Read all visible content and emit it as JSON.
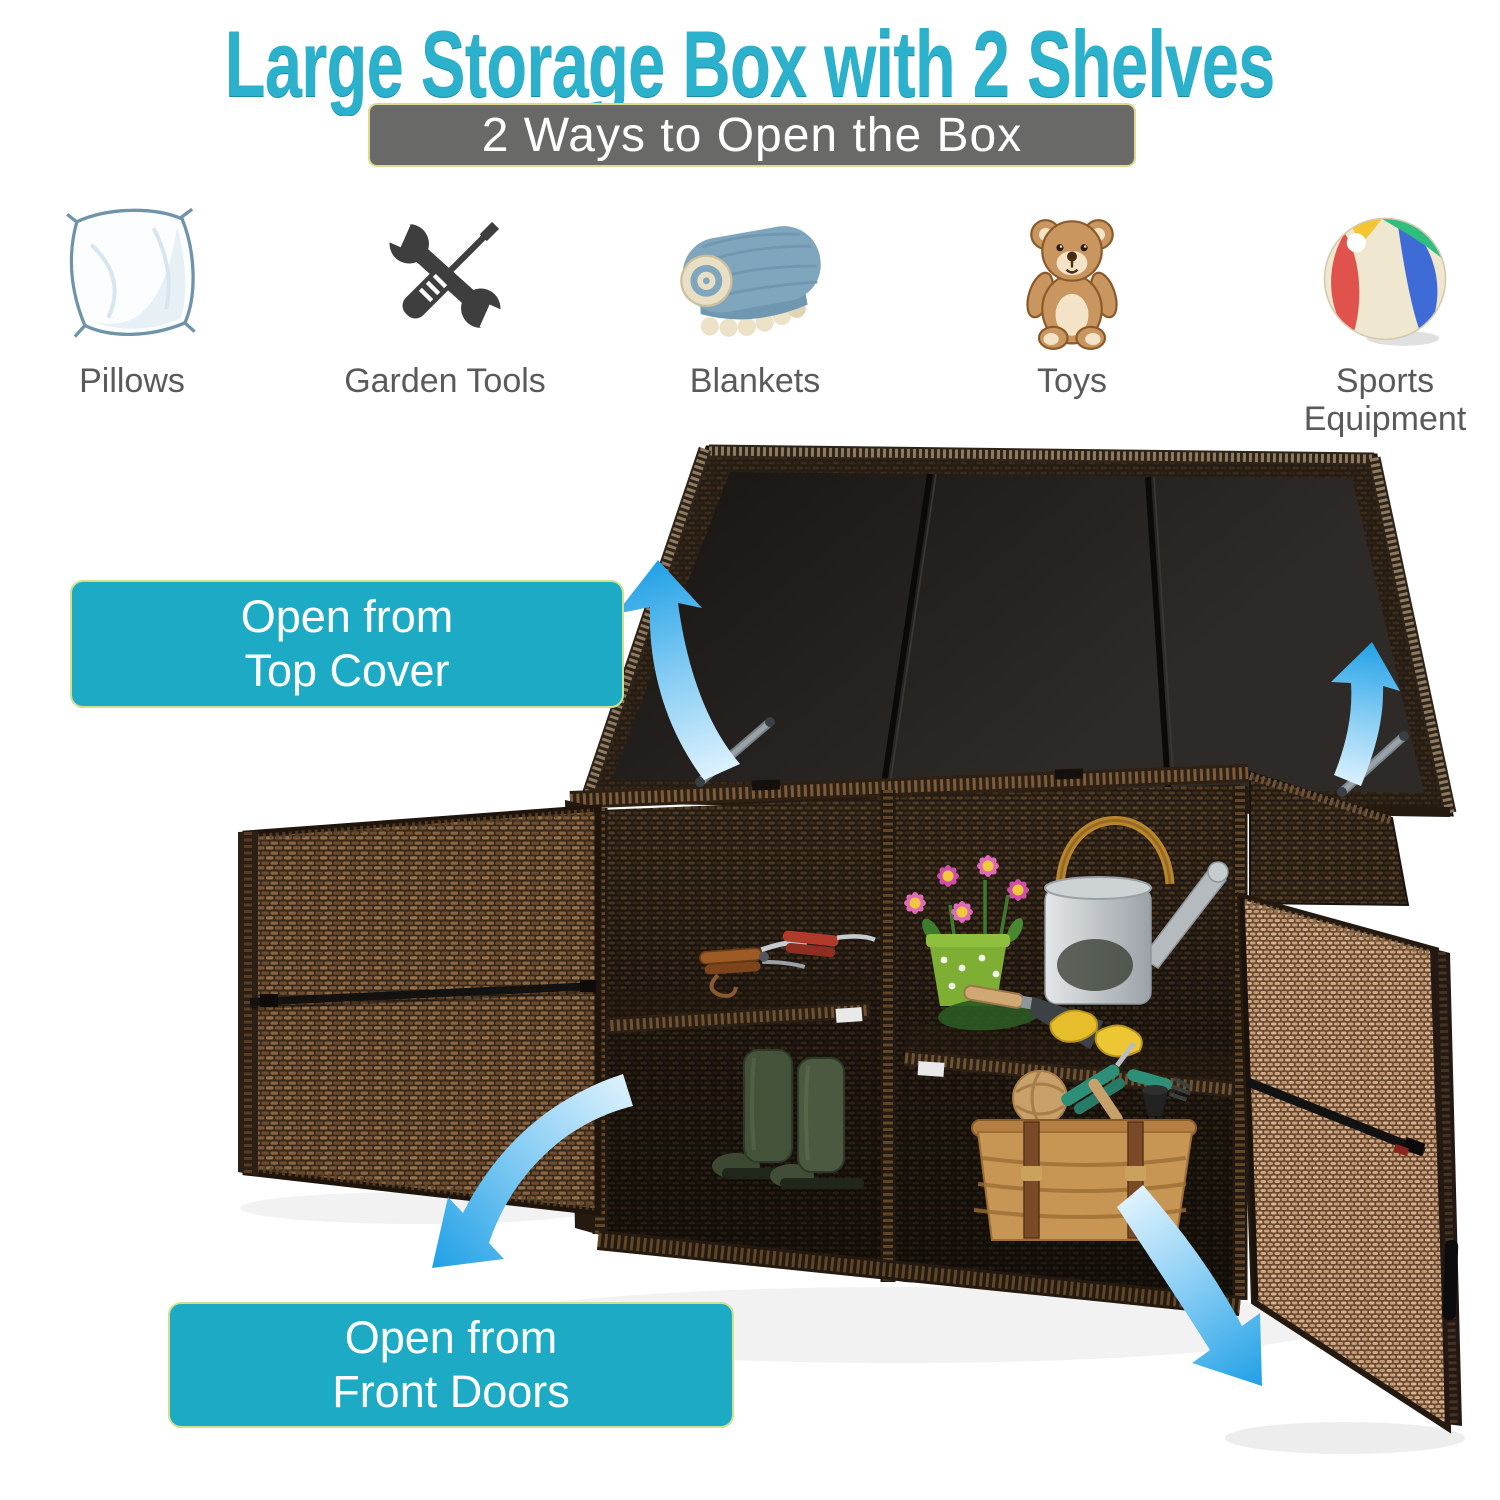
{
  "header": {
    "title": "Large Storage Box with 2 Shelves",
    "title_color": "#2cb1cd",
    "banner": {
      "text": "2 Ways to Open the Box",
      "bg_color": "#696968",
      "text_color": "#ffffff"
    }
  },
  "storage_items": [
    {
      "label": "Pillows",
      "icon": "pillow-icon"
    },
    {
      "label": "Garden Tools",
      "icon": "garden-tools-icon"
    },
    {
      "label": "Blankets",
      "icon": "blanket-icon"
    },
    {
      "label": "Toys",
      "icon": "teddy-bear-icon"
    },
    {
      "label": "Sports Equipment",
      "icon": "beach-ball-icon"
    }
  ],
  "callouts": [
    {
      "line1": "Open from",
      "line2": "Top Cover",
      "bg_color": "#1caac4",
      "text_color": "#ffffff"
    },
    {
      "line1": "Open from",
      "line2": "Front Doors",
      "bg_color": "#1caac4",
      "text_color": "#ffffff"
    }
  ],
  "product_scene": {
    "subject": "brown rattan wicker storage box, top cover open and both front doors open",
    "lid_panels": 3,
    "shelves": 2,
    "open_direction_arrows": 4,
    "arrow_head_color": "#1fa0e6",
    "arrow_tail_color": "#e2f4fe",
    "wicker_dark_color": "#3b2b1c",
    "wicker_tan_color": "#d2a986"
  }
}
